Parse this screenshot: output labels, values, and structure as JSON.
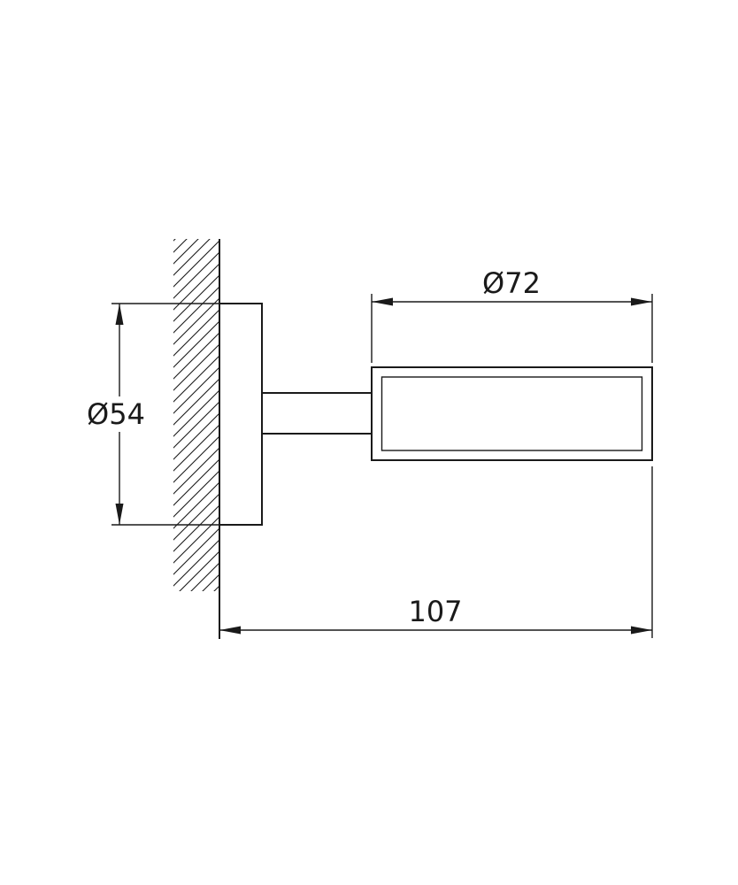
{
  "drawing": {
    "kind": "technical-dimension-drawing",
    "line_color": "#1a1a1a",
    "background_color": "#ffffff",
    "dimensions": {
      "holder_diameter": {
        "label": "Ø72",
        "value": 72
      },
      "plate_diameter": {
        "label": "Ø54",
        "value": 54
      },
      "projection_length": {
        "label": "107",
        "value": 107
      }
    }
  }
}
